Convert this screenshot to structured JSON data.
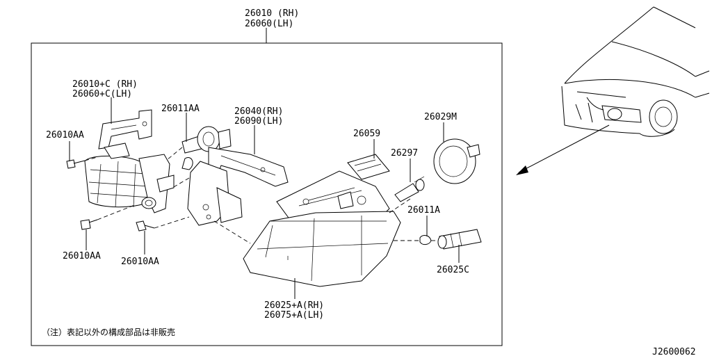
{
  "diagram": {
    "frame_label": {
      "line1": "26010 (RH)",
      "line2": "26060(LH)"
    },
    "labels": {
      "bracket_c": {
        "line1": "26010+C (RH)",
        "line2": "26060+C(LH)"
      },
      "bolt_top": "26010AA",
      "bulb_26011aa": "26011AA",
      "bracket_26040": {
        "line1": "26040(RH)",
        "line2": "26090(LH)"
      },
      "label_26059": "26059",
      "cap_26029m": "26029M",
      "bulb_26297": "26297",
      "bulb_26011a": "26011A",
      "socket_26025c": "26025C",
      "bolt_bottom_left": "26010AA",
      "bolt_bottom_mid": "26010AA",
      "lens": {
        "line1": "26025+A(RH)",
        "line2": "26075+A(LH)"
      }
    },
    "footnote": "（注）表記以外の構成部品は非販売",
    "drawing_code": "J2600062"
  }
}
